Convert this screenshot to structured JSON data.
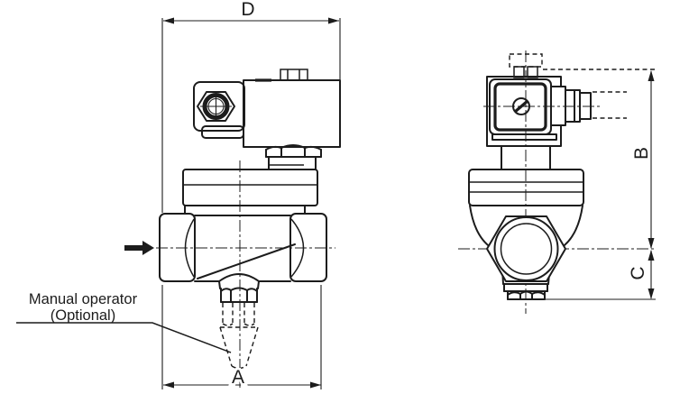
{
  "meta": {
    "background": "#ffffff",
    "line_color": "#1c1c1c",
    "drawing_type": "2-view solenoid valve dimensional drawing"
  },
  "dimensions": {
    "width_top": "D",
    "width_bottom": "A",
    "height_side": "B",
    "height_offset": "C"
  },
  "annotation": {
    "line1": "Manual operator",
    "line2": "(Optional)"
  }
}
